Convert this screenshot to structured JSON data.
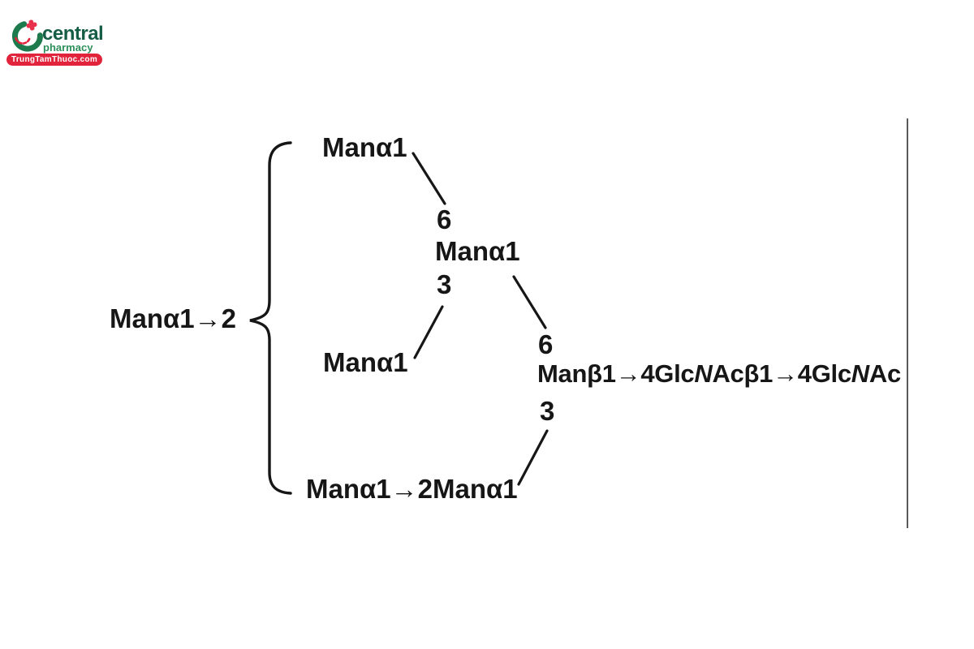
{
  "logo": {
    "brand": "central",
    "tagline": "pharmacy",
    "badge": "TrungTamThuoc.com",
    "icon": "c-ring-with-red-cross",
    "colors": {
      "brand_green_dark": "#155d45",
      "brand_green": "#2e8f5a",
      "brand_red": "#e1243b"
    }
  },
  "diagram": {
    "ink_color": "#161616",
    "rule_color": "#5a5a5a",
    "prefix_label": "Manα1→2",
    "branch_top": {
      "residue": "Manα1",
      "linkage": "6"
    },
    "center_residue": "Manα1",
    "branch_mid": {
      "linkage": "3",
      "residue": "Manα1"
    },
    "core": {
      "linkage_top": "6",
      "linkage_bottom": "3",
      "chain": {
        "p1": "Manβ1→4Glc",
        "n1": "N",
        "p2": "Acβ1→4Glc",
        "n2": "N",
        "p3": "Ac"
      }
    },
    "branch_bottom": {
      "residue": "Manα1→2Manα1"
    }
  }
}
